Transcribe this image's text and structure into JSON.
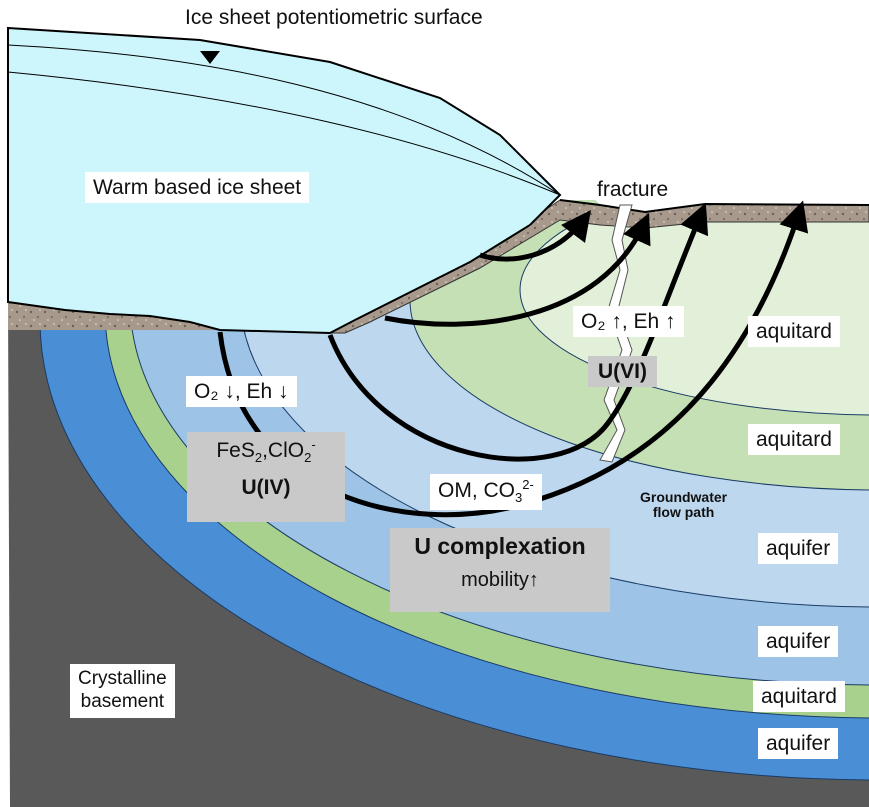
{
  "labels": {
    "potentiometric": "Ice sheet potentiometric surface",
    "ice_sheet": "Warm based ice sheet",
    "fracture": "fracture",
    "o2_up_eh_up": "O₂ ↑, Eh ↑",
    "u_vi": "U(VI)",
    "o2_down_eh_down": "O₂ ↓, Eh ↓",
    "fes2_clo2_main": "FeS",
    "fes2_sub": "2",
    "fes2_clo2_mid": ",ClO",
    "clo2_sub": "2",
    "clo2_sup": "-",
    "u_iv": "U(IV)",
    "om_co3_main": "OM, CO",
    "co3_sub": "3",
    "co3_sup": "2-",
    "groundwater_line1": "Groundwater",
    "groundwater_line2": "flow path",
    "u_complexation": "U complexation",
    "mobility": "mobility↑",
    "crystalline_line1": "Crystalline",
    "crystalline_line2": "basement",
    "layers": [
      "aquitard",
      "aquitard",
      "aquifer",
      "aquifer",
      "aquitard",
      "aquifer"
    ]
  },
  "colors": {
    "ice": "#ccf6fb",
    "till": "#a7998c",
    "basement": "#595959",
    "aquifer_dark": "#4a8fd6",
    "aquitard_green": "#a9d18e",
    "aquifer_mid": "#9dc3e6",
    "aquifer_light": "#bdd7ee",
    "aquitard_light": "#c5e0b4",
    "aquitard_pale": "#e2f0d9",
    "label_box_grey": "#c9c9c9"
  }
}
